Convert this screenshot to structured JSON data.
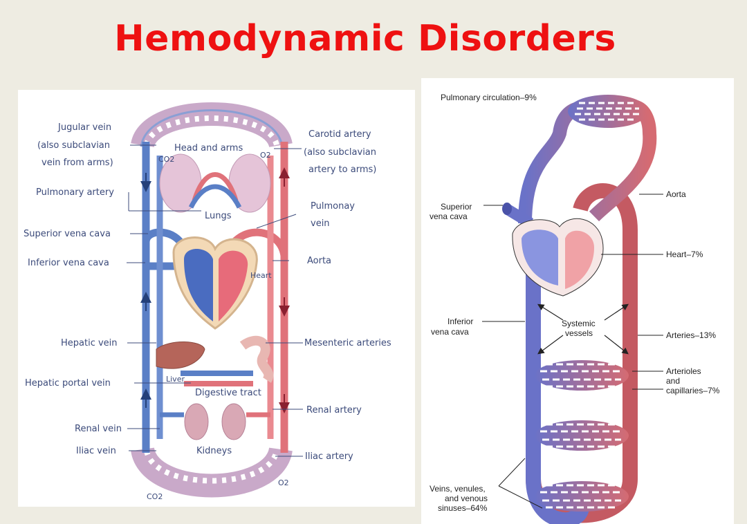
{
  "title": "Hemodynamic Disorders",
  "left_diagram": {
    "labels": {
      "jugular_1": "Jugular vein",
      "jugular_2": "(also subclavian",
      "jugular_3": "vein from arms)",
      "head_arms": "Head and arms",
      "co2_top": "CO2",
      "o2_top": "O2",
      "carotid_1": "Carotid artery",
      "carotid_2": "(also subclavian",
      "carotid_3": "artery to arms)",
      "pulm_artery": "Pulmonary artery",
      "lungs": "Lungs",
      "pulm_vein_1": "Pulmonay",
      "pulm_vein_2": "vein",
      "svc": "Superior vena cava",
      "ivc": "Inferior vena cava",
      "aorta": "Aorta",
      "heart": "Heart",
      "hepatic_vein": "Hepatic vein",
      "mesenteric": "Mesenteric arteries",
      "liver": "Liver",
      "hepatic_portal": "Hepatic portal vein",
      "digestive": "Digestive tract",
      "renal_artery": "Renal artery",
      "renal_vein": "Renal vein",
      "iliac_vein": "Iliac vein",
      "kidneys": "Kidneys",
      "iliac_artery": "Iliac artery",
      "o2_bottom": "O2",
      "co2_bottom": "CO2"
    }
  },
  "right_diagram": {
    "labels": {
      "pulmonary": "Pulmonary circulation–9%",
      "aorta": "Aorta",
      "svc_1": "Superior",
      "svc_2": "vena cava",
      "heart": "Heart–7%",
      "ivc_1": "Inferior",
      "ivc_2": "vena cava",
      "systemic_1": "Systemic",
      "systemic_2": "vessels",
      "arteries": "Arteries–13%",
      "arterioles_1": "Arterioles",
      "arterioles_2": "and",
      "arterioles_3": "capillaries–7%",
      "veins_1": "Veins, venules,",
      "veins_2": "and venous",
      "veins_3": "sinuses–64%"
    }
  },
  "colors": {
    "title": "#ee1111",
    "vein": "#5a7fc6",
    "artery": "#e0727a",
    "background": "#eeece2"
  }
}
